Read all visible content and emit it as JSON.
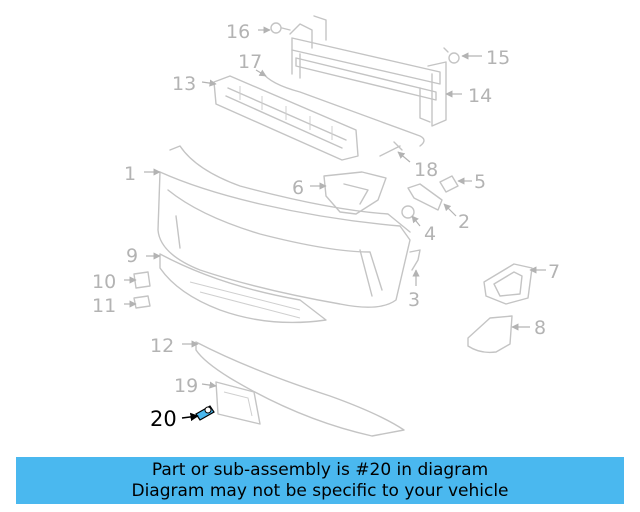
{
  "diagram": {
    "callouts": [
      "1",
      "2",
      "3",
      "4",
      "5",
      "6",
      "7",
      "8",
      "9",
      "10",
      "11",
      "12",
      "13",
      "14",
      "15",
      "16",
      "17",
      "18",
      "19",
      "20"
    ],
    "highlighted_part": "20",
    "highlight_color": "#4ab8ef"
  },
  "banner": {
    "line1": "Part or sub-assembly is #20 in diagram",
    "line2": "Diagram may not be specific to your vehicle",
    "background": "#4ab8ef"
  }
}
